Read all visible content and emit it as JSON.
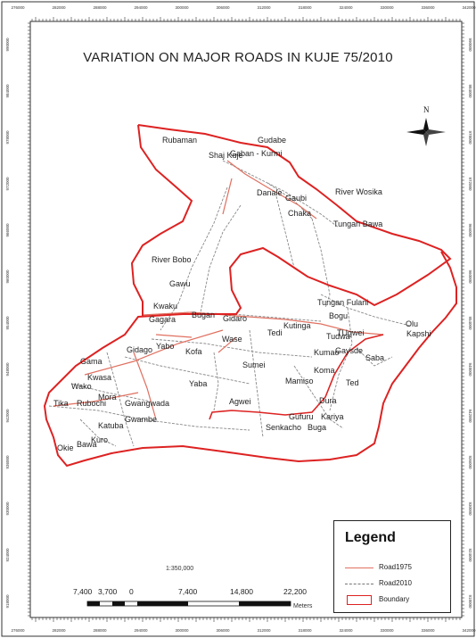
{
  "title": "VARIATION ON MAJOR ROADS IN KUJE 75/2010",
  "north_label": "N",
  "legend": {
    "title": "Legend",
    "items": [
      {
        "label": "Road1975",
        "color": "#e07060"
      },
      {
        "label": "Road2010",
        "color": "#777777"
      },
      {
        "label": "Boundary",
        "color": "#dd2222"
      }
    ]
  },
  "scale": {
    "ratio": "1:350,000",
    "numbers": [
      "7,400",
      "3,700",
      "0",
      "7,400",
      "14,800",
      "22,200"
    ],
    "unit": "Meters"
  },
  "places": [
    "Rubaman",
    "Gudabe",
    "Shaj Kuje",
    "Gaban - Kurmi",
    "Danale",
    "Gaubi",
    "Chaka",
    "River Wosika",
    "Tungan Bawa",
    "River Bobo",
    "Gawu",
    "Kwaku",
    "Gagara",
    "Bugan",
    "Gidaro",
    "Tungan Fulani",
    "Kutinga",
    "Bogu",
    "Olu",
    "Kapshi",
    "Wase",
    "Tedi",
    "Tudwa",
    "TUgwei",
    "Yabo",
    "Gidago",
    "Kofa",
    "Kumao",
    "Gaysde",
    "Saba",
    "Gama",
    "Sumei",
    "Koma",
    "Wako",
    "Kwasa",
    "Mamiso",
    "Ted",
    "Mora",
    "Yaba",
    "Agwei",
    "Dura",
    "Tika",
    "Rubochi",
    "Gwangwada",
    "Gufuru",
    "Kariya",
    "Gwambe",
    "Senkacho",
    "Buga",
    "Katuba",
    "Kuro",
    "Okie",
    "Bawa"
  ],
  "grid_labels": {
    "top": [
      "276000",
      "282000",
      "288000",
      "294000",
      "300000",
      "306000",
      "312000",
      "318000",
      "324000",
      "330000",
      "336000",
      "342000"
    ],
    "left": [
      "990000",
      "984000",
      "978000",
      "972000",
      "966000",
      "960000",
      "954000",
      "948000",
      "942000",
      "936000",
      "930000",
      "924000",
      "918000"
    ]
  }
}
